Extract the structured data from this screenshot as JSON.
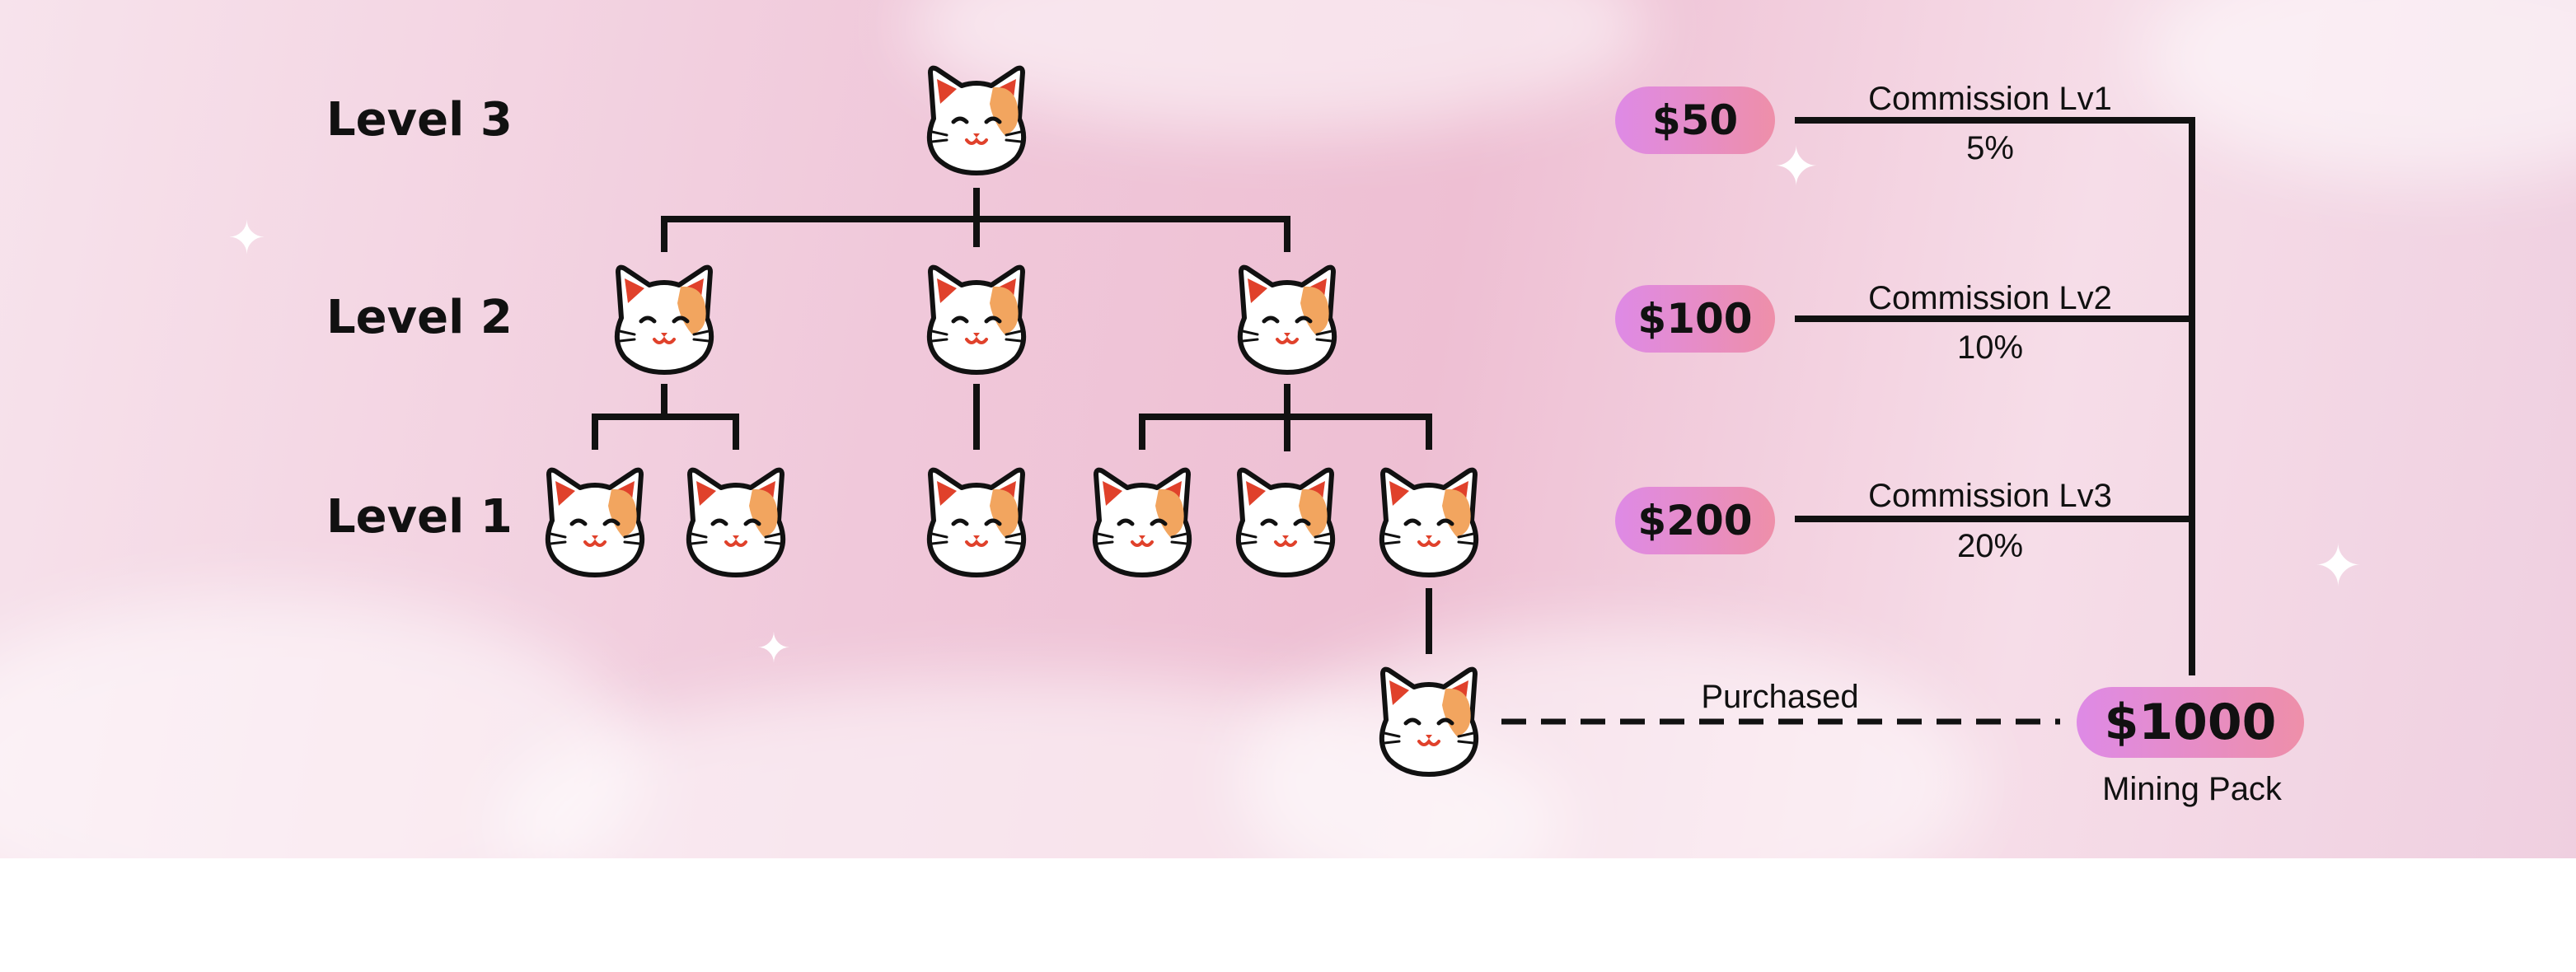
{
  "levels": {
    "level3": "Level 3",
    "level2": "Level 2",
    "level1": "Level 1"
  },
  "commissions": [
    {
      "amount": "$50",
      "title": "Commission Lv1",
      "rate": "5%"
    },
    {
      "amount": "$100",
      "title": "Commission Lv2",
      "rate": "10%"
    },
    {
      "amount": "$200",
      "title": "Commission Lv3",
      "rate": "20%"
    }
  ],
  "purchase": {
    "label": "Purchased",
    "amount": "$1000",
    "caption": "Mining Pack"
  },
  "icons": {
    "cat": "maneki-neko-cat-face-icon",
    "sparkle": "sparkle-icon"
  },
  "colors": {
    "pill_start": "#de8ae6",
    "pill_end": "#ee8fa9",
    "line": "#111111",
    "cat_orange": "#f2a55f",
    "cat_red": "#e0412b"
  }
}
